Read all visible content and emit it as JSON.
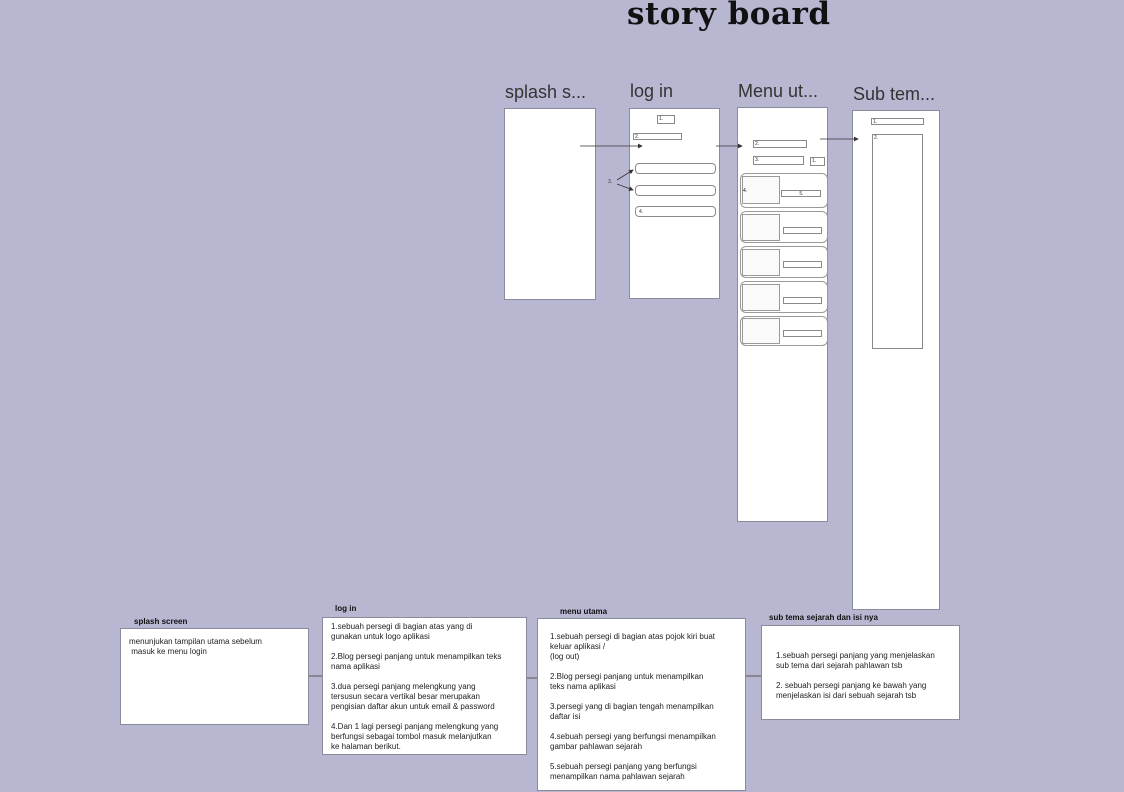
{
  "title": "story board",
  "frames": {
    "splash": {
      "label": "splash s..."
    },
    "login": {
      "label": "log in",
      "items": {
        "n1": "1.",
        "n2": "2.",
        "n3": "3.",
        "n4": "4."
      }
    },
    "menu": {
      "label": "Menu ut...",
      "items": {
        "n1": "1.",
        "n2": "2.",
        "n3": "3.",
        "n4": "4.",
        "n5": "5."
      }
    },
    "subtema": {
      "label": "Sub tem...",
      "items": {
        "n1": "1.",
        "n2": "2."
      }
    }
  },
  "notes": {
    "splash": {
      "title": "splash screen",
      "text": "menunjukan tampilan utama sebelum\n masuk ke menu login"
    },
    "login": {
      "title": "log in",
      "items": [
        "1.sebuah persegi di bagian atas yang di\ngunakan untuk  logo aplikasi",
        "2.Blog persegi panjang untuk menampilkan teks\nnama aplikasi",
        "3.dua persegi panjang melengkung yang\ntersusun secara vertikal besar merupakan\npengisian daftar akun untuk email & password",
        "4.Dan 1 lagi persegi panjang melengkung yang\nberfungsi sebagai tombol masuk melanjutkan\nke halaman berikut."
      ]
    },
    "menu": {
      "title": "menu utama",
      "items": [
        "1.sebuah persegi di bagian atas pojok kiri buat\nkeluar aplikasi /\n(log out)",
        "2.Blog persegi panjang untuk menampilkan\nteks nama aplikasi",
        "3.persegi yang di bagian tengah  menampilkan\ndaftar isi",
        "4.sebuah persegi yang berfungsi menampilkan\ngambar pahlawan sejarah",
        "5.sebuah persegi panjang yang berfungsi\nmenampilkan nama pahlawan sejarah"
      ]
    },
    "subtema": {
      "title": "sub tema sejarah dan isi nya",
      "items": [
        "1.sebuah persegi panjang yang menjelaskan\nsub tema dari sejarah pahlawan  tsb",
        "2. sebuah persegi panjang ke bawah yang\nmenjelaskan isi dari sebuah sejarah tsb"
      ]
    }
  }
}
